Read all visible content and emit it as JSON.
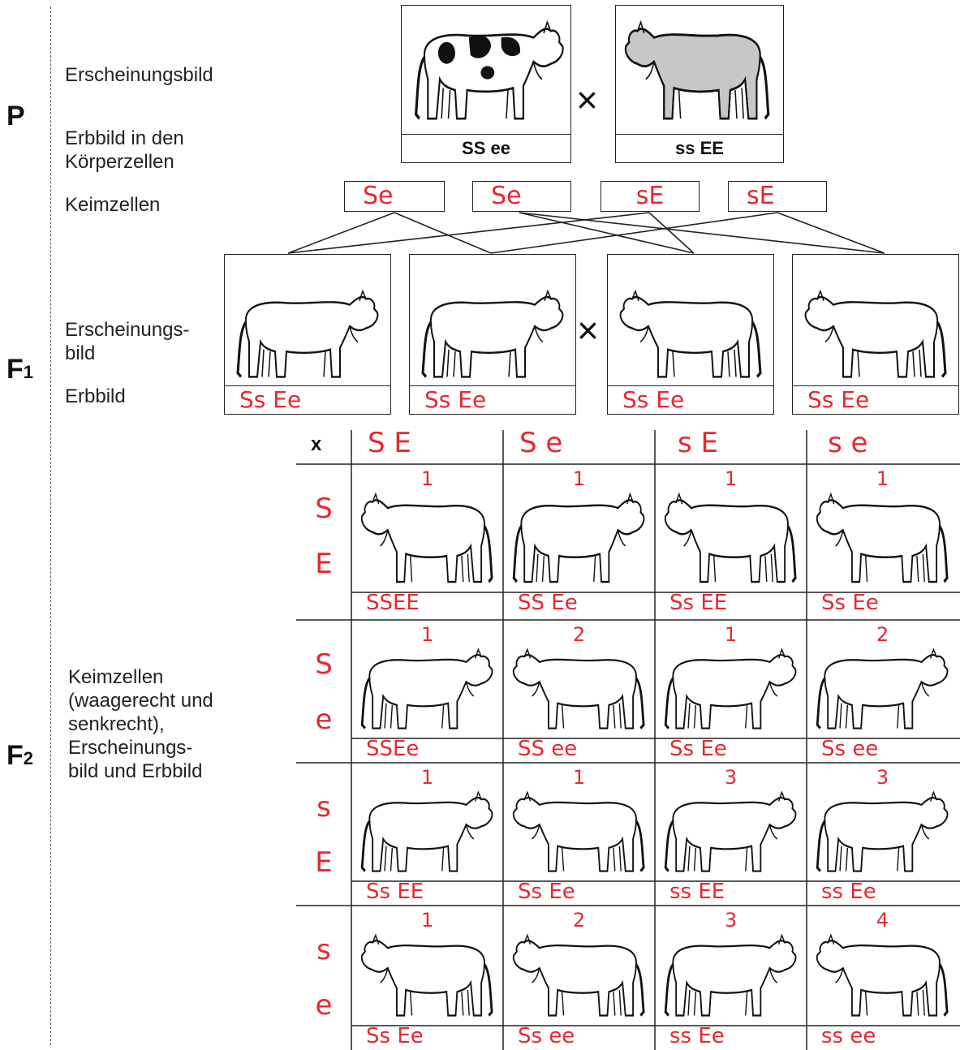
{
  "generations": {
    "p": "P",
    "f1_main": "F",
    "f1_sub": "1",
    "f2_main": "F",
    "f2_sub": "2"
  },
  "labels": {
    "p_phenotype": "Erscheinungsbild",
    "p_genotype_1": "Erbbild in den",
    "p_genotype_2": "Körperzellen",
    "gametes": "Keimzellen",
    "f1_phenotype_1": "Erscheinungs-",
    "f1_phenotype_2": "bild",
    "f1_genotype": "Erbbild",
    "f2_1": "Keimzellen",
    "f2_2": "(waagerecht und",
    "f2_3": "senkrecht),",
    "f2_4": "Erscheinungs-",
    "f2_5": "bild und Erbbild"
  },
  "parents": [
    {
      "genotype": "SS ee",
      "pattern": "spotted"
    },
    {
      "genotype": "ss EE",
      "pattern": "grey"
    }
  ],
  "cross_symbol": "×",
  "gametes": [
    "Se",
    "Se",
    "sE",
    "sE"
  ],
  "f1": [
    "Ss Ee",
    "Ss Ee",
    "Ss Ee",
    "Ss Ee"
  ],
  "punnett": {
    "corner": "x",
    "columns": [
      "S E",
      "S e",
      "s E",
      "s e"
    ],
    "rows": [
      {
        "header": [
          "S",
          "E"
        ],
        "cells": [
          {
            "num": "1",
            "genotype": "SSEE"
          },
          {
            "num": "1",
            "genotype": "SS Ee"
          },
          {
            "num": "1",
            "genotype": "Ss EE"
          },
          {
            "num": "1",
            "genotype": "Ss Ee"
          }
        ]
      },
      {
        "header": [
          "S",
          "e"
        ],
        "cells": [
          {
            "num": "1",
            "genotype": "SSEe"
          },
          {
            "num": "2",
            "genotype": "SS ee"
          },
          {
            "num": "1",
            "genotype": "Ss Ee"
          },
          {
            "num": "2",
            "genotype": "Ss ee"
          }
        ]
      },
      {
        "header": [
          "s",
          "E"
        ],
        "cells": [
          {
            "num": "1",
            "genotype": "Ss EE"
          },
          {
            "num": "1",
            "genotype": "Ss Ee"
          },
          {
            "num": "3",
            "genotype": "ss EE"
          },
          {
            "num": "3",
            "genotype": "ss Ee"
          }
        ]
      },
      {
        "header": [
          "s",
          "e"
        ],
        "cells": [
          {
            "num": "1",
            "genotype": "Ss Ee"
          },
          {
            "num": "2",
            "genotype": "Ss ee"
          },
          {
            "num": "3",
            "genotype": "ss Ee"
          },
          {
            "num": "4",
            "genotype": "ss ee"
          }
        ]
      }
    ]
  },
  "colors": {
    "handwriting": "#e8272f",
    "ink": "#111111",
    "grey_cow": "#c7c7c7"
  }
}
